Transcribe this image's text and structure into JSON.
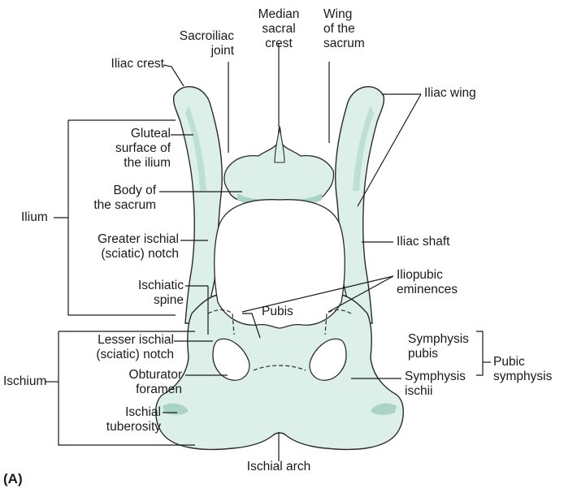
{
  "diagram": {
    "panel_label": "(A)",
    "labels": {
      "median_sacral_crest": [
        "Median",
        "sacral",
        "crest"
      ],
      "wing_of_sacrum": [
        "Wing",
        "of the",
        "sacrum"
      ],
      "sacroiliac_joint": [
        "Sacroiliac",
        "joint"
      ],
      "iliac_crest": [
        "Iliac crest"
      ],
      "iliac_wing": [
        "Iliac wing"
      ],
      "gluteal_surface": [
        "Gluteal",
        "surface of",
        "the ilium"
      ],
      "body_of_sacrum": [
        "Body of",
        "the sacrum"
      ],
      "ilium": [
        "Ilium"
      ],
      "greater_ischial_notch": [
        "Greater ischial",
        "(sciatic) notch"
      ],
      "iliac_shaft": [
        "Iliac shaft"
      ],
      "iliopubic_eminences": [
        "Iliopubic",
        "eminences"
      ],
      "ischiatic_spine": [
        "Ischiatic",
        "spine"
      ],
      "pubis": [
        "Pubis"
      ],
      "lesser_ischial_notch": [
        "Lesser ischial",
        "(sciatic) notch"
      ],
      "symphysis_pubis": [
        "Symphysis",
        "pubis"
      ],
      "pubic_symphysis": [
        "Pubic",
        "symphysis"
      ],
      "obturator_foramen": [
        "Obturator",
        "foramen"
      ],
      "symphysis_ischii": [
        "Symphysis",
        "ischii"
      ],
      "ischium": [
        "Ischium"
      ],
      "ischial_tuberosity": [
        "Ischial",
        "tuberosity"
      ],
      "ischial_arch": [
        "Ischial arch"
      ]
    }
  },
  "colors": {
    "bone_fill": "#dcefe9",
    "bone_shadow": "#a9d3c6",
    "outline": "#2a2a2a",
    "line": "#1a1a1a"
  }
}
